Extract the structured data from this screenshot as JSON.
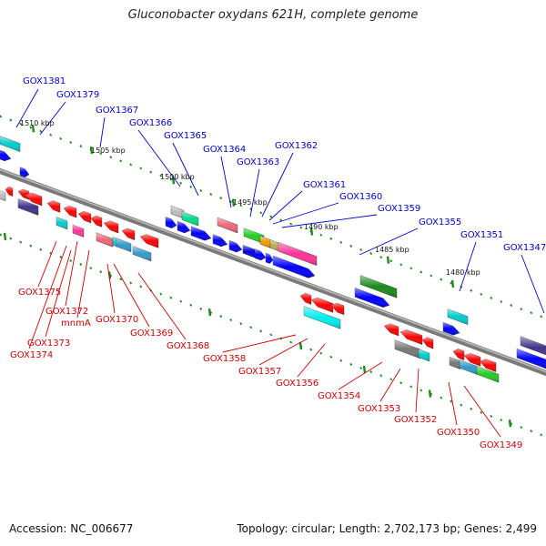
{
  "title": "Gluconobacter oxydans 621H, complete genome",
  "footer": {
    "accession": "Accession: NC_006677",
    "summary": "Topology: circular; Length: 2,702,173 bp; Genes: 2,499"
  },
  "colors": {
    "backbone": "#7a7a7a",
    "tick": "#1a8a1a",
    "forward_label": "#0000cc",
    "reverse_label": "#cc0000"
  },
  "scale_labels": [
    "1510 kbp",
    "1505 kbp",
    "1500 kbp",
    "1495 kbp",
    "1490 kbp",
    "1485 kbp",
    "1480 kbp"
  ],
  "forward_genes": [
    "GOX1381",
    "GOX1379",
    "GOX1367",
    "GOX1366",
    "GOX1365",
    "GOX1364",
    "GOX1363",
    "GOX1362",
    "GOX1361",
    "GOX1360",
    "GOX1359",
    "GOX1355",
    "GOX1351",
    "GOX1347"
  ],
  "reverse_genes": [
    "GOX1375",
    "GOX1372",
    "mnmA",
    "GOX1373",
    "GOX1374",
    "GOX1370",
    "GOX1369",
    "GOX1368",
    "GOX1358",
    "GOX1357",
    "GOX1356",
    "GOX1354",
    "GOX1353",
    "GOX1352",
    "GOX1350",
    "GOX1349"
  ]
}
